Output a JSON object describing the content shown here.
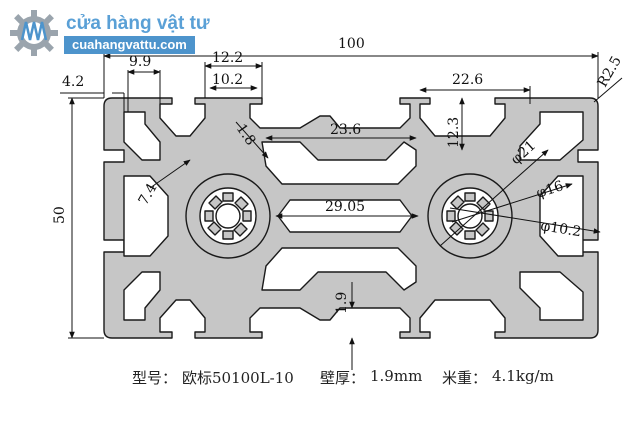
{
  "logo": {
    "brand_name": "cửa hàng vật tư",
    "website": "cuahangvattu.com",
    "accent_color": "#4d94cc"
  },
  "dimensions": {
    "width_total": "100",
    "height_total": "50",
    "d_4_2": "4.2",
    "d_9_9": "9.9",
    "d_12_2": "12.2",
    "d_10_2_slot": "10.2",
    "d_1_8": "1.8",
    "d_23_6": "23.6",
    "d_22_6": "22.6",
    "d_r2_5": "R2.5",
    "d_12_3": "12.3",
    "d_7_4": "7.4",
    "d_29_05": "29.05",
    "d_phi21": "φ21",
    "d_phi16": "φ16",
    "d_phi10_2": "φ10.2",
    "d_1_9": "1.9"
  },
  "spec": {
    "model_label": "型号：",
    "model_value": "欧标50100L-10",
    "wall_label": "壁厚：",
    "wall_value": "1.9mm",
    "weight_label": "米重：",
    "weight_value": "4.1kg/m"
  },
  "colors": {
    "profile_fill": "#c6c6c6",
    "profile_stroke": "#1a1a1a",
    "dim_line": "#111111"
  }
}
